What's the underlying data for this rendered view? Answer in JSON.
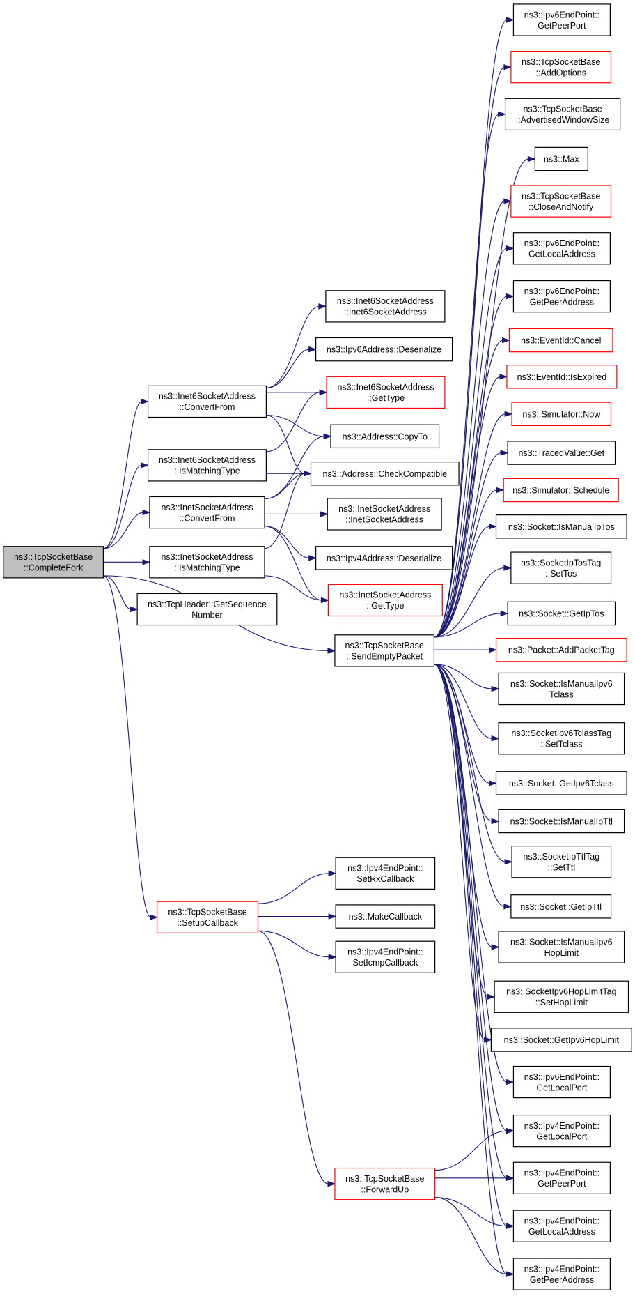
{
  "graph": {
    "colors": {
      "edge": "#191970",
      "root_fill": "#bfbfbf",
      "normal_border": "#000000",
      "truncated_border": "#ff0000",
      "node_fill": "#ffffff",
      "text": "#000000"
    },
    "nodes": [
      {
        "id": "root",
        "lines": [
          "ns3::TcpSocketBase",
          "::CompleteFork"
        ],
        "kind": "root"
      },
      {
        "id": "i6sa_ctor",
        "lines": [
          "ns3::Inet6SocketAddress",
          "::Inet6SocketAddress"
        ],
        "kind": "normal"
      },
      {
        "id": "ipv6_deser",
        "lines": [
          "ns3::Ipv6Address::Deserialize"
        ],
        "kind": "normal"
      },
      {
        "id": "i6sa_convert",
        "lines": [
          "ns3::Inet6SocketAddress",
          "::ConvertFrom"
        ],
        "kind": "normal"
      },
      {
        "id": "i6sa_gettype",
        "lines": [
          "ns3::Inet6SocketAddress",
          "::GetType"
        ],
        "kind": "truncated"
      },
      {
        "id": "addr_copyto",
        "lines": [
          "ns3::Address::CopyTo"
        ],
        "kind": "normal"
      },
      {
        "id": "i6sa_ismatch",
        "lines": [
          "ns3::Inet6SocketAddress",
          "::IsMatchingType"
        ],
        "kind": "normal"
      },
      {
        "id": "addr_checkcompat",
        "lines": [
          "ns3::Address::CheckCompatible"
        ],
        "kind": "normal"
      },
      {
        "id": "isa_convert",
        "lines": [
          "ns3::InetSocketAddress",
          "::ConvertFrom"
        ],
        "kind": "normal"
      },
      {
        "id": "isa_ctor",
        "lines": [
          "ns3::InetSocketAddress",
          "::InetSocketAddress"
        ],
        "kind": "normal"
      },
      {
        "id": "ipv4_deser",
        "lines": [
          "ns3::Ipv4Address::Deserialize"
        ],
        "kind": "normal"
      },
      {
        "id": "isa_ismatch",
        "lines": [
          "ns3::InetSocketAddress",
          "::IsMatchingType"
        ],
        "kind": "normal"
      },
      {
        "id": "isa_gettype",
        "lines": [
          "ns3::InetSocketAddress",
          "::GetType"
        ],
        "kind": "truncated"
      },
      {
        "id": "tcph_getseq",
        "lines": [
          "ns3::TcpHeader::GetSequence",
          "Number"
        ],
        "kind": "normal"
      },
      {
        "id": "send_empty",
        "lines": [
          "ns3::TcpSocketBase",
          "::SendEmptyPacket"
        ],
        "kind": "normal"
      },
      {
        "id": "setup_cb",
        "lines": [
          "ns3::TcpSocketBase",
          "::SetupCallback"
        ],
        "kind": "truncated"
      },
      {
        "id": "ipv4ep_setrx",
        "lines": [
          "ns3::Ipv4EndPoint::",
          "SetRxCallback"
        ],
        "kind": "normal"
      },
      {
        "id": "make_cb",
        "lines": [
          "ns3::MakeCallback"
        ],
        "kind": "normal"
      },
      {
        "id": "ipv4ep_seticmp",
        "lines": [
          "ns3::Ipv4EndPoint::",
          "SetIcmpCallback"
        ],
        "kind": "normal"
      },
      {
        "id": "forward_up",
        "lines": [
          "ns3::TcpSocketBase",
          "::ForwardUp"
        ],
        "kind": "truncated"
      },
      {
        "id": "r_ipv6_peerport",
        "lines": [
          "ns3::Ipv6EndPoint::",
          "GetPeerPort"
        ],
        "kind": "normal"
      },
      {
        "id": "r_addoptions",
        "lines": [
          "ns3::TcpSocketBase",
          "::AddOptions"
        ],
        "kind": "truncated"
      },
      {
        "id": "r_advwin",
        "lines": [
          "ns3::TcpSocketBase",
          "::AdvertisedWindowSize"
        ],
        "kind": "normal"
      },
      {
        "id": "r_max",
        "lines": [
          "ns3::Max"
        ],
        "kind": "normal"
      },
      {
        "id": "r_closenotify",
        "lines": [
          "ns3::TcpSocketBase",
          "::CloseAndNotify"
        ],
        "kind": "truncated"
      },
      {
        "id": "r_ipv6_localaddr",
        "lines": [
          "ns3::Ipv6EndPoint::",
          "GetLocalAddress"
        ],
        "kind": "normal"
      },
      {
        "id": "r_ipv6_peeraddr",
        "lines": [
          "ns3::Ipv6EndPoint::",
          "GetPeerAddress"
        ],
        "kind": "normal"
      },
      {
        "id": "r_ev_cancel",
        "lines": [
          "ns3::EventId::Cancel"
        ],
        "kind": "truncated"
      },
      {
        "id": "r_ev_isexpired",
        "lines": [
          "ns3::EventId::IsExpired"
        ],
        "kind": "truncated"
      },
      {
        "id": "r_sim_now",
        "lines": [
          "ns3::Simulator::Now"
        ],
        "kind": "truncated"
      },
      {
        "id": "r_traced_get",
        "lines": [
          "ns3::TracedValue::Get"
        ],
        "kind": "normal"
      },
      {
        "id": "r_sim_schedule",
        "lines": [
          "ns3::Simulator::Schedule"
        ],
        "kind": "truncated"
      },
      {
        "id": "r_sock_ismanualiptos",
        "lines": [
          "ns3::Socket::IsManualIpTos"
        ],
        "kind": "normal"
      },
      {
        "id": "r_iptostag_settos",
        "lines": [
          "ns3::SocketIpTosTag",
          "::SetTos"
        ],
        "kind": "normal"
      },
      {
        "id": "r_sock_getiptos",
        "lines": [
          "ns3::Socket::GetIpTos"
        ],
        "kind": "normal"
      },
      {
        "id": "r_pkt_addtag",
        "lines": [
          "ns3::Packet::AddPacketTag"
        ],
        "kind": "truncated"
      },
      {
        "id": "r_sock_ismanualipv6tclass",
        "lines": [
          "ns3::Socket::IsManualIpv6",
          "Tclass"
        ],
        "kind": "normal"
      },
      {
        "id": "r_ipv6tclasstag_set",
        "lines": [
          "ns3::SocketIpv6TclassTag",
          "::SetTclass"
        ],
        "kind": "normal"
      },
      {
        "id": "r_sock_getipv6tclass",
        "lines": [
          "ns3::Socket::GetIpv6Tclass"
        ],
        "kind": "normal"
      },
      {
        "id": "r_sock_ismanualipttl",
        "lines": [
          "ns3::Socket::IsManualIpTtl"
        ],
        "kind": "normal"
      },
      {
        "id": "r_ipttltag_setttl",
        "lines": [
          "ns3::SocketIpTtlTag",
          "::SetTtl"
        ],
        "kind": "normal"
      },
      {
        "id": "r_sock_getipttl",
        "lines": [
          "ns3::Socket::GetIpTtl"
        ],
        "kind": "normal"
      },
      {
        "id": "r_sock_ismanualipv6hop",
        "lines": [
          "ns3::Socket::IsManualIpv6",
          "HopLimit"
        ],
        "kind": "normal"
      },
      {
        "id": "r_ipv6hoptag_set",
        "lines": [
          "ns3::SocketIpv6HopLimitTag",
          "::SetHopLimit"
        ],
        "kind": "normal"
      },
      {
        "id": "r_sock_getipv6hop",
        "lines": [
          "ns3::Socket::GetIpv6HopLimit"
        ],
        "kind": "normal"
      },
      {
        "id": "r_ipv6_localport",
        "lines": [
          "ns3::Ipv6EndPoint::",
          "GetLocalPort"
        ],
        "kind": "normal"
      },
      {
        "id": "r_ipv4_localport",
        "lines": [
          "ns3::Ipv4EndPoint::",
          "GetLocalPort"
        ],
        "kind": "normal"
      },
      {
        "id": "r_ipv4_peerport",
        "lines": [
          "ns3::Ipv4EndPoint::",
          "GetPeerPort"
        ],
        "kind": "normal"
      },
      {
        "id": "r_ipv4_localaddr",
        "lines": [
          "ns3::Ipv4EndPoint::",
          "GetLocalAddress"
        ],
        "kind": "normal"
      },
      {
        "id": "r_ipv4_peeraddr",
        "lines": [
          "ns3::Ipv4EndPoint::",
          "GetPeerAddress"
        ],
        "kind": "normal"
      }
    ],
    "edges": [
      [
        "root",
        "i6sa_convert"
      ],
      [
        "root",
        "i6sa_ismatch"
      ],
      [
        "root",
        "isa_convert"
      ],
      [
        "root",
        "isa_ismatch"
      ],
      [
        "root",
        "tcph_getseq"
      ],
      [
        "root",
        "send_empty"
      ],
      [
        "root",
        "setup_cb"
      ],
      [
        "i6sa_convert",
        "i6sa_ctor"
      ],
      [
        "i6sa_convert",
        "ipv6_deser"
      ],
      [
        "i6sa_convert",
        "i6sa_gettype"
      ],
      [
        "i6sa_convert",
        "addr_copyto"
      ],
      [
        "i6sa_convert",
        "addr_checkcompat"
      ],
      [
        "i6sa_ismatch",
        "i6sa_gettype"
      ],
      [
        "i6sa_ismatch",
        "addr_checkcompat"
      ],
      [
        "isa_convert",
        "addr_copyto"
      ],
      [
        "isa_convert",
        "addr_checkcompat"
      ],
      [
        "isa_convert",
        "isa_ctor"
      ],
      [
        "isa_convert",
        "ipv4_deser"
      ],
      [
        "isa_convert",
        "isa_gettype"
      ],
      [
        "isa_ismatch",
        "addr_checkcompat"
      ],
      [
        "isa_ismatch",
        "isa_gettype"
      ],
      [
        "setup_cb",
        "ipv4ep_setrx"
      ],
      [
        "setup_cb",
        "make_cb"
      ],
      [
        "setup_cb",
        "ipv4ep_seticmp"
      ],
      [
        "setup_cb",
        "forward_up"
      ],
      [
        "forward_up",
        "r_ipv4_localport"
      ],
      [
        "forward_up",
        "r_ipv4_peerport"
      ],
      [
        "forward_up",
        "r_ipv4_localaddr"
      ],
      [
        "forward_up",
        "r_ipv4_peeraddr"
      ],
      [
        "send_empty",
        "r_ipv6_peerport"
      ],
      [
        "send_empty",
        "r_addoptions"
      ],
      [
        "send_empty",
        "r_advwin"
      ],
      [
        "send_empty",
        "r_max"
      ],
      [
        "send_empty",
        "r_closenotify"
      ],
      [
        "send_empty",
        "r_ipv6_localaddr"
      ],
      [
        "send_empty",
        "r_ipv6_peeraddr"
      ],
      [
        "send_empty",
        "r_ev_cancel"
      ],
      [
        "send_empty",
        "r_ev_isexpired"
      ],
      [
        "send_empty",
        "r_sim_now"
      ],
      [
        "send_empty",
        "r_traced_get"
      ],
      [
        "send_empty",
        "r_sim_schedule"
      ],
      [
        "send_empty",
        "r_sock_ismanualiptos"
      ],
      [
        "send_empty",
        "r_iptostag_settos"
      ],
      [
        "send_empty",
        "r_sock_getiptos"
      ],
      [
        "send_empty",
        "r_pkt_addtag"
      ],
      [
        "send_empty",
        "r_sock_ismanualipv6tclass"
      ],
      [
        "send_empty",
        "r_ipv6tclasstag_set"
      ],
      [
        "send_empty",
        "r_sock_getipv6tclass"
      ],
      [
        "send_empty",
        "r_sock_ismanualipttl"
      ],
      [
        "send_empty",
        "r_ipttltag_setttl"
      ],
      [
        "send_empty",
        "r_sock_getipttl"
      ],
      [
        "send_empty",
        "r_sock_ismanualipv6hop"
      ],
      [
        "send_empty",
        "r_ipv6hoptag_set"
      ],
      [
        "send_empty",
        "r_sock_getipv6hop"
      ],
      [
        "send_empty",
        "r_ipv6_localport"
      ],
      [
        "send_empty",
        "r_ipv4_localport"
      ],
      [
        "send_empty",
        "r_ipv4_peerport"
      ],
      [
        "send_empty",
        "r_ipv4_localaddr"
      ],
      [
        "send_empty",
        "r_ipv4_peeraddr"
      ]
    ]
  }
}
